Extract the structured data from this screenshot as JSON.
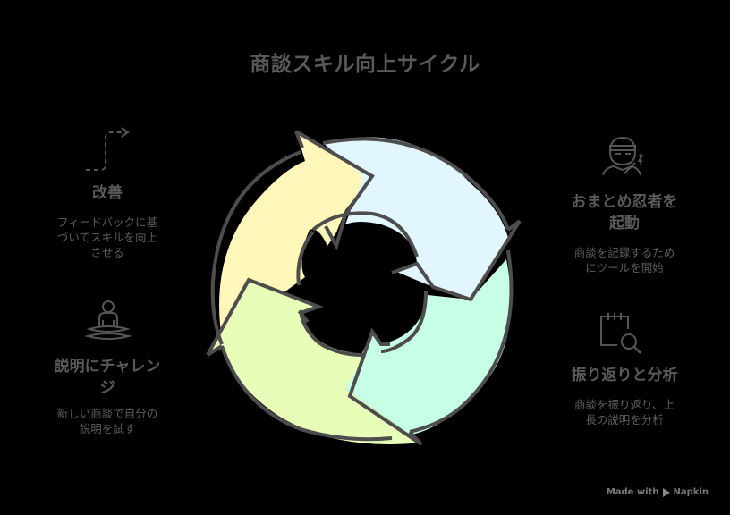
{
  "title": "商談スキル向上サイクル",
  "steps": [
    {
      "id": "kaizen",
      "heading": "改善",
      "description_lines": [
        "フィードバックに基",
        "づいてスキルを向上",
        "させる"
      ],
      "icon": "dashed-arrow-icon",
      "color": "#fef7b9"
    },
    {
      "id": "challenge",
      "heading_lines": [
        "説明にチャレン",
        "ジ"
      ],
      "description_lines": [
        "新しい商談で自分の",
        "説明を試す"
      ],
      "icon": "meditation-person-icon",
      "color": "#e8fdb8"
    },
    {
      "id": "ninja",
      "heading_lines": [
        "おまとめ忍者を",
        "起動"
      ],
      "description_lines": [
        "商談を記録するため",
        "にツールを開始"
      ],
      "icon": "ninja-icon",
      "color": "#e2f6ff"
    },
    {
      "id": "review",
      "heading": "振り返りと分析",
      "description_lines": [
        "商談を振り返り、上",
        "長の説明を分析"
      ],
      "icon": "notepad-search-icon",
      "color": "#c6ffe6"
    }
  ],
  "footer": {
    "made_with": "Made with",
    "brand": "Napkin"
  },
  "colors": {
    "background": "#000000",
    "outline": "#4d4d4d",
    "text": "#5a5a5a"
  }
}
